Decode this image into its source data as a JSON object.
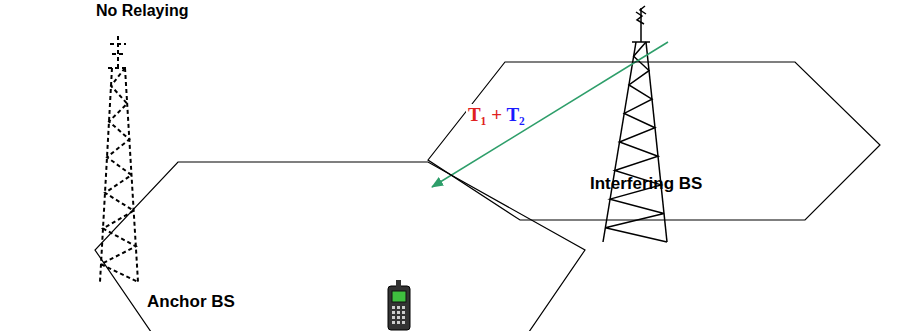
{
  "diagram": {
    "nodes": [
      {
        "text": [
          "Anchor BS"
        ]
      },
      {
        "text": [
          "Interfering BS"
        ]
      }
    ],
    "labels": [
      "No Relaying",
      "T₁ + T₂"
    ]
  }
}
